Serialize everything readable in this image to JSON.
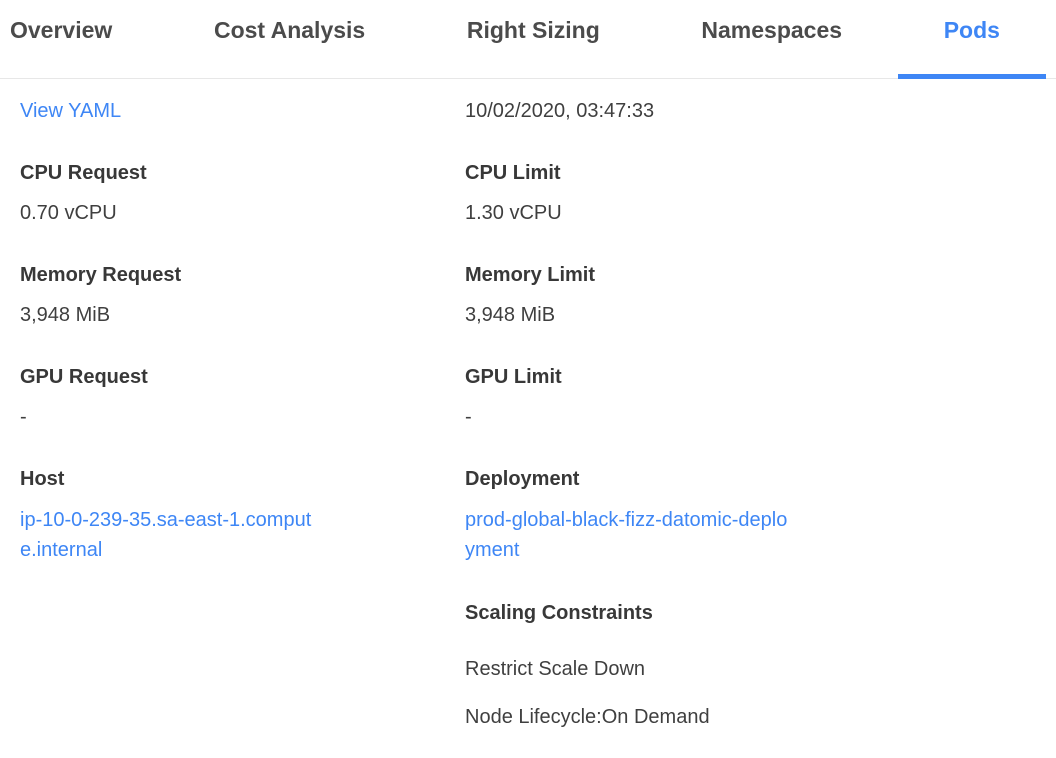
{
  "tabs": {
    "items": [
      {
        "label": "Overview",
        "active": false
      },
      {
        "label": "Cost Analysis",
        "active": false
      },
      {
        "label": "Right Sizing",
        "active": false
      },
      {
        "label": "Namespaces",
        "active": false
      },
      {
        "label": "Pods",
        "active": true
      }
    ]
  },
  "toolbar": {
    "view_yaml_label": "View YAML",
    "timestamp": "10/02/2020, 03:47:33"
  },
  "fields": {
    "cpu_request": {
      "label": "CPU Request",
      "value": "0.70 vCPU"
    },
    "cpu_limit": {
      "label": "CPU Limit",
      "value": "1.30 vCPU"
    },
    "memory_request": {
      "label": "Memory Request",
      "value": "3,948 MiB"
    },
    "memory_limit": {
      "label": "Memory Limit",
      "value": "3,948 MiB"
    },
    "gpu_request": {
      "label": "GPU Request",
      "value": "-"
    },
    "gpu_limit": {
      "label": "GPU Limit",
      "value": "-"
    },
    "host": {
      "label": "Host",
      "value": "ip-10-0-239-35.sa-east-1.compute.internal"
    },
    "deployment": {
      "label": "Deployment",
      "value": "prod-global-black-fizz-datomic-deployment"
    }
  },
  "scaling": {
    "label": "Scaling Constraints",
    "items": [
      "Restrict Scale Down",
      "Node Lifecycle:On Demand"
    ]
  },
  "colors": {
    "accent": "#3e86f5",
    "tab_inactive": "#4b4b4b",
    "label": "#383838",
    "text": "#3f3f3f",
    "divider": "#e7e7e7"
  }
}
